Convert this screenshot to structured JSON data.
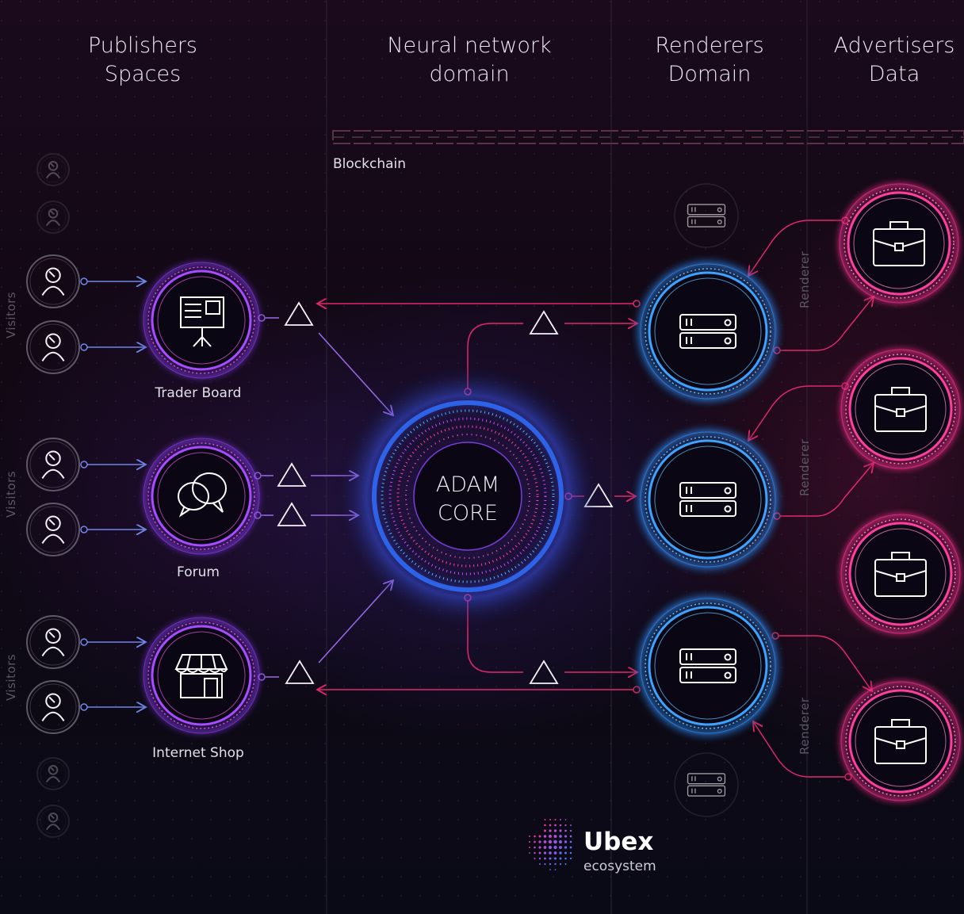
{
  "columns": {
    "publishers": "Publishers\nSpaces",
    "neural": "Neural network\ndomain",
    "renderers": "Renderers\nDomain",
    "advertisers": "Advertisers\nData"
  },
  "blockchain_label": "Blockchain",
  "visitors_label": "Visitors",
  "renderer_label": "Renderer",
  "publishers": [
    {
      "label": "Trader Board",
      "icon": "presentation-board-icon"
    },
    {
      "label": "Forum",
      "icon": "chat-bubbles-icon"
    },
    {
      "label": "Internet Shop",
      "icon": "storefront-icon"
    }
  ],
  "core": {
    "line1": "ADAM",
    "line2": "CORE"
  },
  "brand": {
    "name": "Ubex",
    "tagline": "ecosystem"
  },
  "colors": {
    "background": "#0b0712",
    "arrow_pink": "#e0286a",
    "arrow_purple": "#9b6be8",
    "arrow_blue": "#6f86e8",
    "ring_blue": "#3ea3ff",
    "ring_pink": "#ff3fa0",
    "ring_violet": "#a84cff"
  }
}
